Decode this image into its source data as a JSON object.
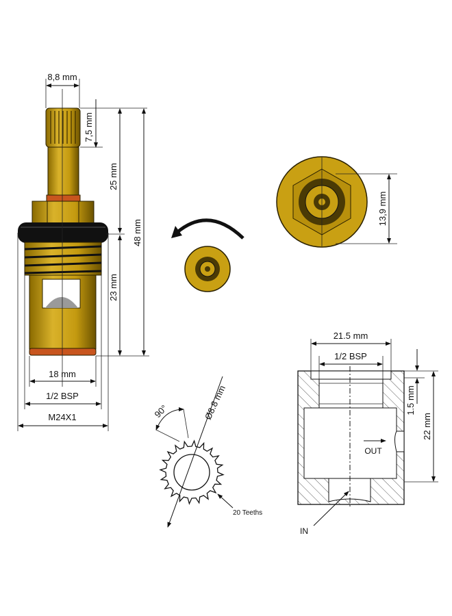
{
  "cartridge_side_view": {
    "labels": {
      "stem_width": "8,8 mm",
      "spline_length": "7,5 mm",
      "upper_height": "25 mm",
      "total_height": "48 mm",
      "lower_height": "23 mm",
      "body_diameter": "18 mm",
      "thread_bsp": "1/2 BSP",
      "thread_metric": "M24X1"
    }
  },
  "top_view": {
    "labels": {
      "hex_width": "13,9 mm"
    }
  },
  "spline_detail": {
    "labels": {
      "angle": "90°",
      "diameter": "Ø8.8 mm",
      "teeth": "20 Teeths"
    }
  },
  "section_view": {
    "labels": {
      "outer_width": "21.5 mm",
      "thread": "1/2 BSP",
      "seat_depth": "1.5 mm",
      "height": "22 mm",
      "outlet": "OUT",
      "inlet": "IN"
    }
  },
  "colors": {
    "brass": "#c9a013",
    "rubber": "#111111",
    "washer": "#c8551e"
  }
}
